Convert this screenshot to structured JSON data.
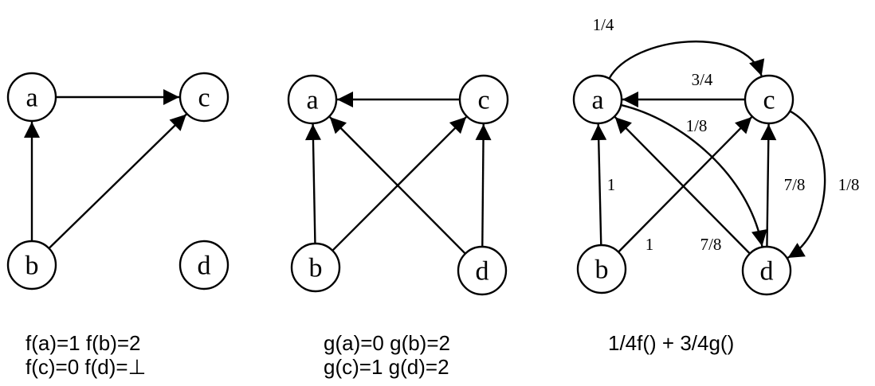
{
  "colors": {
    "ink": "#000000",
    "background": "#ffffff"
  },
  "graphs": [
    {
      "id": "f",
      "nodes": [
        {
          "id": "a",
          "label": "a"
        },
        {
          "id": "c",
          "label": "c"
        },
        {
          "id": "b",
          "label": "b"
        },
        {
          "id": "d",
          "label": "d"
        }
      ],
      "edges": [
        {
          "from": "a",
          "to": "c"
        },
        {
          "from": "b",
          "to": "a"
        },
        {
          "from": "b",
          "to": "c"
        }
      ],
      "caption": [
        "f(a)=1 f(b)=2",
        "f(c)=0 f(d)=⊥"
      ]
    },
    {
      "id": "g",
      "nodes": [
        {
          "id": "a",
          "label": "a"
        },
        {
          "id": "c",
          "label": "c"
        },
        {
          "id": "b",
          "label": "b"
        },
        {
          "id": "d",
          "label": "d"
        }
      ],
      "edges": [
        {
          "from": "c",
          "to": "a"
        },
        {
          "from": "b",
          "to": "a"
        },
        {
          "from": "b",
          "to": "c"
        },
        {
          "from": "d",
          "to": "a"
        },
        {
          "from": "d",
          "to": "c"
        }
      ],
      "caption": [
        "g(a)=0 g(b)=2",
        "g(c)=1 g(d)=2"
      ]
    },
    {
      "id": "mix",
      "nodes": [
        {
          "id": "a",
          "label": "a"
        },
        {
          "id": "c",
          "label": "c"
        },
        {
          "id": "b",
          "label": "b"
        },
        {
          "id": "d",
          "label": "d"
        }
      ],
      "edges": [
        {
          "from": "a",
          "to": "c",
          "label": "1/4"
        },
        {
          "from": "c",
          "to": "a",
          "label": "3/4"
        },
        {
          "from": "a",
          "to": "d",
          "label": "1/8"
        },
        {
          "from": "c",
          "to": "d",
          "label": "1/8"
        },
        {
          "from": "b",
          "to": "a",
          "label": "1"
        },
        {
          "from": "b",
          "to": "c",
          "label": "1"
        },
        {
          "from": "d",
          "to": "a",
          "label": "7/8"
        },
        {
          "from": "d",
          "to": "c",
          "label": "7/8"
        }
      ],
      "caption": [
        "1/4f() + 3/4g()"
      ]
    }
  ]
}
